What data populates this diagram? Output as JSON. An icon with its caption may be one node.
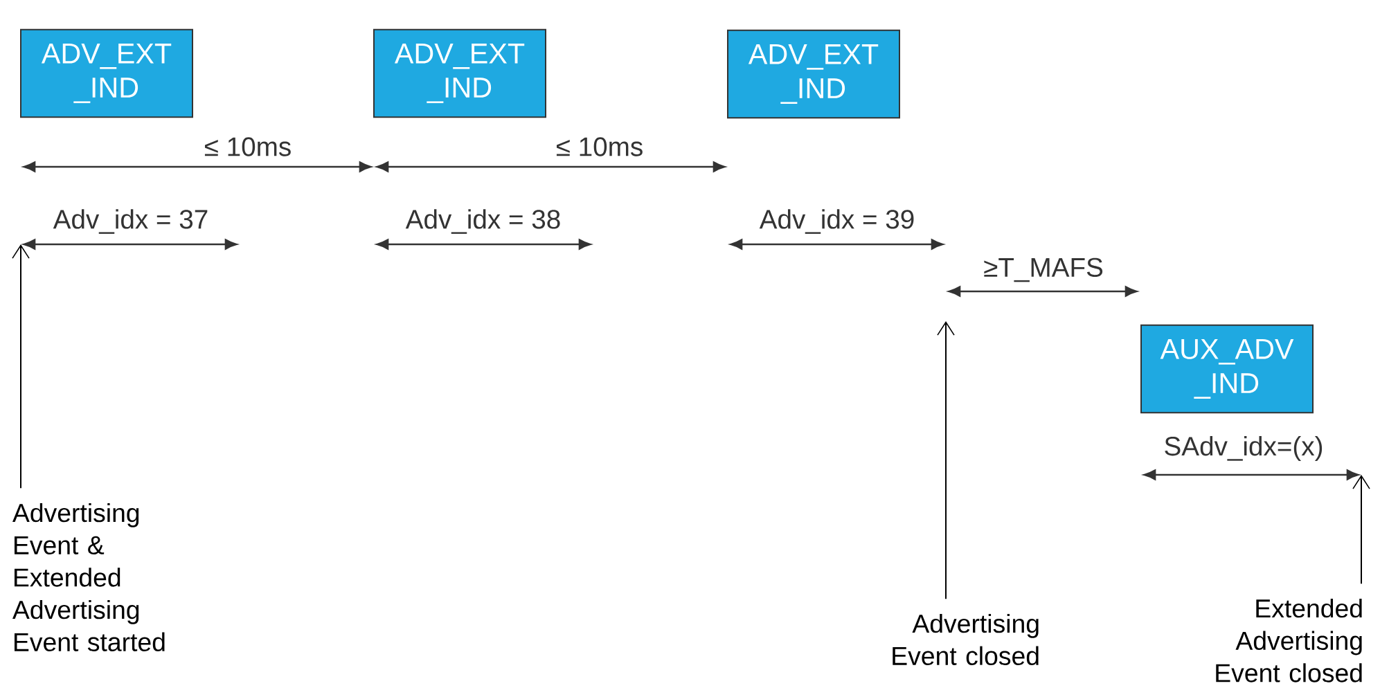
{
  "diagram": {
    "nodes": [
      {
        "text": [
          "ADV_EXT _IND"
        ]
      },
      {
        "text": [
          "ADV_EXT _IND"
        ]
      },
      {
        "text": [
          "ADV_EXT _IND"
        ]
      },
      {
        "text": [
          "AUX_ADV _IND"
        ]
      },
      {
        "text": [
          "Advertising Event & Extended Advertising Event started"
        ]
      },
      {
        "text": [
          "Advertising Event closed"
        ]
      },
      {
        "text": [
          "Extended Advertising Event closed"
        ]
      }
    ],
    "edges": [
      {
        "from": 4,
        "to": null,
        "arrow": "to"
      },
      {
        "from": 5,
        "to": null,
        "arrow": "to"
      },
      {
        "from": 6,
        "to": null,
        "arrow": "to"
      }
    ],
    "labels": [
      "≤ 10ms",
      "≤ 10ms",
      "Adv_idx = 37",
      "Adv_idx = 38",
      "Adv_idx = 39",
      "≥T_MAFS",
      "SAdv_idx=(x)"
    ]
  }
}
